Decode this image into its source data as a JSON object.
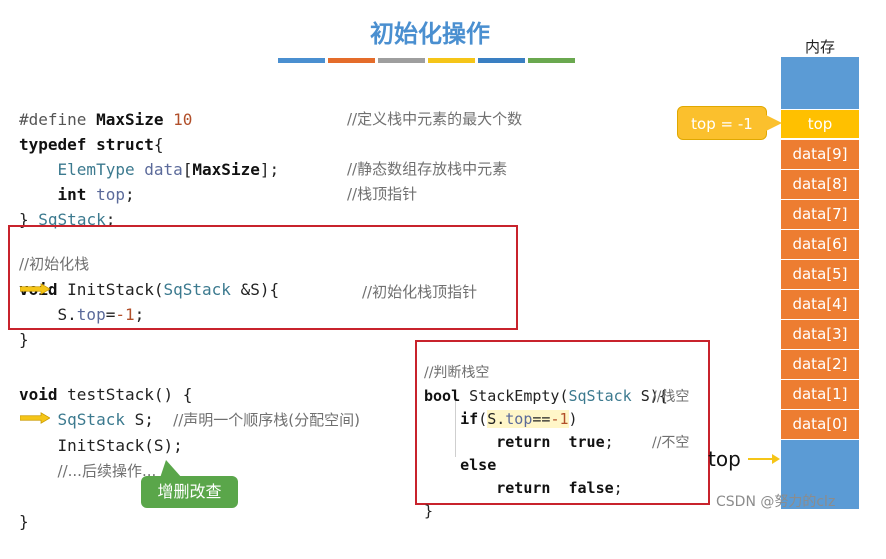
{
  "title": "初始化操作",
  "colors": {
    "title": "#4a8fd0",
    "underline": [
      "#4a8fd0",
      "#e46c2a",
      "#9e9e9e",
      "#f5c518",
      "#3a7fc2",
      "#6aa84f"
    ],
    "memory_blue": "#5b9bd5",
    "memory_orange": "#ed7d31",
    "memory_top": "#ffc000",
    "highlight_box": "#c8232c",
    "callout": "#fbc02d",
    "button": "#5aa64a",
    "arrow": "#f5c518"
  },
  "code_struct": {
    "line1_kw": "#define",
    "line1_name": "MaxSize",
    "line1_val": "10",
    "line1_comment": "//定义栈中元素的最大个数",
    "line2_kw1": "typedef",
    "line2_kw2": "struct",
    "line2_brace": "{",
    "line3_type": "ElemType",
    "line3_var": "data",
    "line3_bracket_open": "[",
    "line3_size": "MaxSize",
    "line3_bracket_close": "];",
    "line3_comment": "//静态数组存放栈中元素",
    "line4_kw": "int",
    "line4_var": "top",
    "line4_semi": ";",
    "line4_comment": "//栈顶指针",
    "line5_close": "}",
    "line5_name": "SqStack",
    "line5_semi": ";"
  },
  "code_init": {
    "comment": "//初始化栈",
    "sig_kw": "void",
    "sig_name": "InitStack(",
    "sig_type": "SqStack",
    "sig_param": " &S){",
    "body_obj": "S.",
    "body_field": "top",
    "body_op": "=",
    "body_val": "-1",
    "body_semi": ";",
    "body_comment": "//初始化栈顶指针",
    "close": "}"
  },
  "code_test": {
    "sig_kw": "void",
    "sig_name": "testStack() {",
    "decl_type": "SqStack",
    "decl_var": " S;",
    "decl_comment": "//声明一个顺序栈(分配空间)",
    "call": "InitStack(S);",
    "followup": "//...后续操作...",
    "close": "}"
  },
  "code_empty": {
    "comment": "//判断栈空",
    "sig_kw": "bool",
    "sig_name": "StackEmpty(",
    "sig_type": "SqStack",
    "sig_param": " S){",
    "if_kw": "if",
    "if_open": "(",
    "if_obj": "S.",
    "if_field": "top",
    "if_op": "==",
    "if_val": "-1",
    "if_close": ")",
    "if_comment": "//栈空",
    "ret1_kw": "return",
    "ret1_val": "true",
    "ret1_semi": ";",
    "else_kw": "else",
    "else_comment": "//不空",
    "ret2_kw": "return",
    "ret2_val": "false",
    "ret2_semi": ";",
    "close": "}"
  },
  "memory": {
    "header": "内存",
    "top_cell": "top",
    "cells": [
      "data[9]",
      "data[8]",
      "data[7]",
      "data[6]",
      "data[5]",
      "data[4]",
      "data[3]",
      "data[2]",
      "data[1]",
      "data[0]"
    ],
    "bottom_pointer_label": "top"
  },
  "callout_label": "top = -1",
  "green_button_label": "增删改查",
  "watermark": "CSDN @努力的clz"
}
